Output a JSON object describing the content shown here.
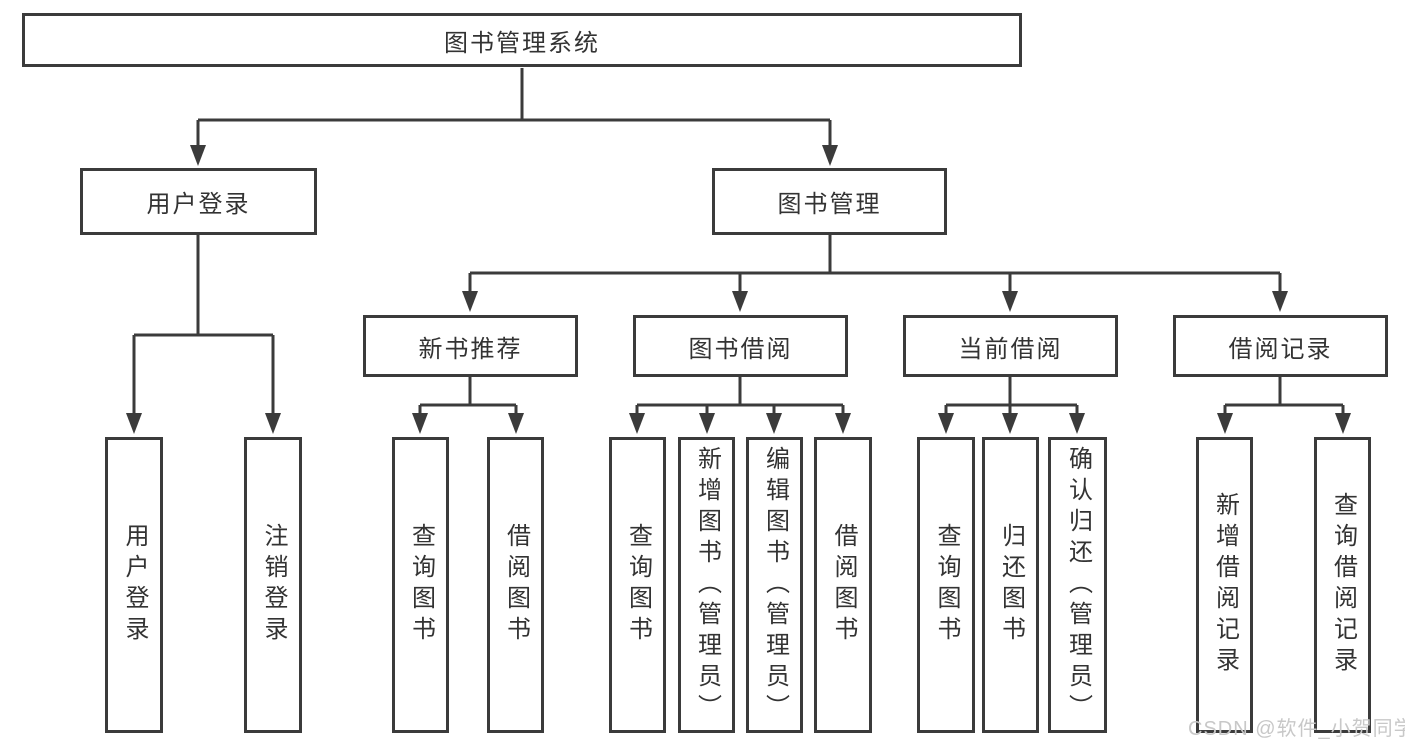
{
  "diagram": {
    "root": {
      "label": "图书管理系统"
    },
    "level2": [
      {
        "label": "用户登录"
      },
      {
        "label": "图书管理"
      }
    ],
    "level3": [
      {
        "label": "新书推荐",
        "parent": "图书管理"
      },
      {
        "label": "图书借阅",
        "parent": "图书管理"
      },
      {
        "label": "当前借阅",
        "parent": "图书管理"
      },
      {
        "label": "借阅记录",
        "parent": "图书管理"
      }
    ],
    "leaves": [
      {
        "label": "用户登录",
        "parent": "用户登录"
      },
      {
        "label": "注销登录",
        "parent": "用户登录"
      },
      {
        "label": "查询图书",
        "parent": "新书推荐"
      },
      {
        "label": "借阅图书",
        "parent": "新书推荐"
      },
      {
        "label": "查询图书",
        "parent": "图书借阅"
      },
      {
        "label": "新增图书（管理员）",
        "parent": "图书借阅"
      },
      {
        "label": "编辑图书（管理员）",
        "parent": "图书借阅"
      },
      {
        "label": "借阅图书",
        "parent": "图书借阅"
      },
      {
        "label": "查询图书",
        "parent": "当前借阅"
      },
      {
        "label": "归还图书",
        "parent": "当前借阅"
      },
      {
        "label": "确认归还（管理员）",
        "parent": "当前借阅"
      },
      {
        "label": "新增借阅记录",
        "parent": "借阅记录"
      },
      {
        "label": "查询借阅记录",
        "parent": "借阅记录"
      }
    ]
  },
  "watermark": "CSDN @软件_小贺同学",
  "colors": {
    "line": "#3b3b3b",
    "text": "#333333",
    "watermark": "#c8c8c8",
    "background": "#ffffff"
  }
}
